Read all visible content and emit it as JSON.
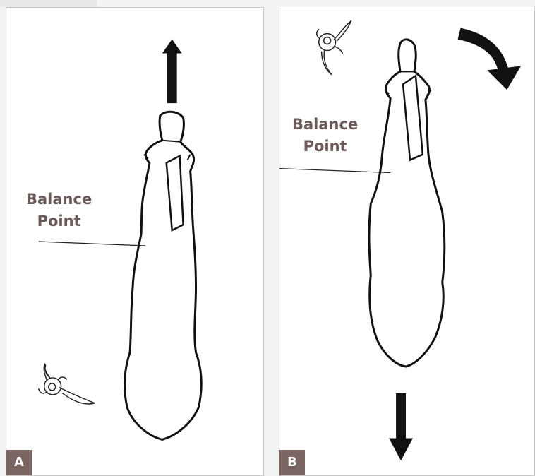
{
  "panels": [
    {
      "badge": "A",
      "label_lines": [
        "Balance",
        "Point"
      ],
      "arrow": "up-arrow-icon"
    },
    {
      "badge": "B",
      "label_lines": [
        "Balance",
        "Point"
      ],
      "arrows": [
        "curved-clockwise-arrow-icon",
        "down-arrow-icon"
      ]
    }
  ],
  "colors": {
    "label_text": "#6b5a58",
    "badge_background": "#7a6562",
    "badge_text": "#ffffff",
    "outline": "#111111"
  }
}
